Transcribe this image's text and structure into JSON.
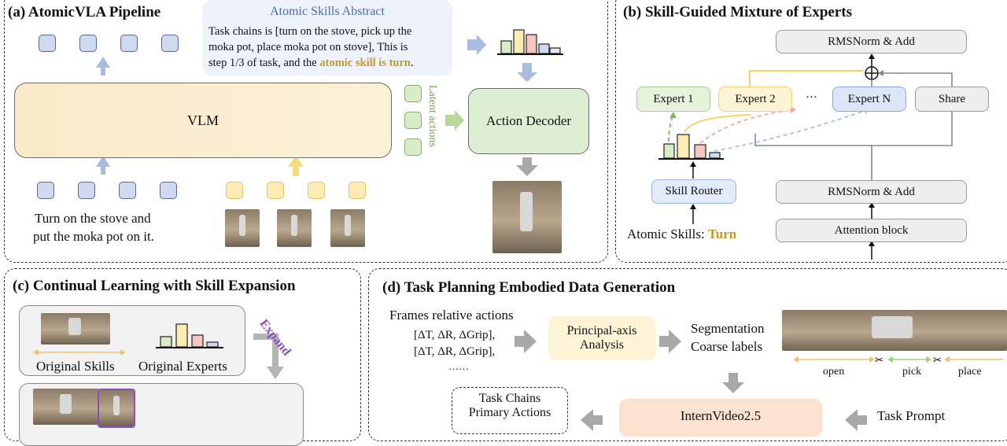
{
  "panel_a": {
    "title": "(a) AtomicVLA Pipeline",
    "abstract_title": "Atomic Skills Abstract",
    "abstract_lines": [
      "Task chains is [turn on the stove, pick up the",
      "moka pot, place moka pot on stove], This is",
      "step 1/3 of task, and the "
    ],
    "abstract_highlight": "atomic skill is turn",
    "abstract_end": ".",
    "vlm_label": "VLM",
    "latent_label": "Latent actions",
    "decoder_label": "Action Decoder",
    "instruction_line1": "Turn on the stove and",
    "instruction_line2": "put the moka pot on it."
  },
  "panel_b": {
    "title": "(b) Skill-Guided Mixture of Experts",
    "rmsnorm_top": "RMSNorm & Add",
    "plus_symbol": "⊕",
    "expert1": "Expert 1",
    "expert2": "Expert 2",
    "ellipsis": "···",
    "expertN": "Expert N",
    "share": "Share",
    "router": "Skill Router",
    "atomic_prefix": "Atomic Skills: ",
    "atomic_value": "Turn",
    "rmsnorm_bottom": "RMSNorm & Add",
    "attention": "Attention block"
  },
  "panel_c": {
    "title": "(c) Continual Learning with Skill Expansion",
    "original_skills": "Original Skills",
    "original_experts": "Original Experts",
    "expand": "Expand"
  },
  "panel_d": {
    "title": "(d) Task Planning Embodied Data Generation",
    "frames_title": "Frames relative actions",
    "frames_line1": "[ΔT, ΔR, ΔGrip],",
    "frames_line2": "[ΔT, ΔR, ΔGrip],",
    "frames_line3": "……",
    "pca_line1": "Principal-axis",
    "pca_line2": "Analysis",
    "seg_line1": "Segmentation",
    "seg_line2": "Coarse labels",
    "seg_labels": [
      "open",
      "pick",
      "place"
    ],
    "task_chains_line1": "Task Chains",
    "task_chains_line2": "Primary Actions",
    "internvideo": "InternVideo2.5",
    "task_prompt": "Task Prompt"
  },
  "colors": {
    "blue_token": "#cfdaf0",
    "yellow_token": "#fdebb4",
    "green_token": "#d9ecc8",
    "highlight_gold": "#c49a2c",
    "expand_purple": "#8a4fbf",
    "arrow_blue": "#a9bbdf",
    "arrow_yellow": "#f3dc7a",
    "arrow_green": "#b6d99a",
    "arrow_gray": "#a8a8a8"
  }
}
